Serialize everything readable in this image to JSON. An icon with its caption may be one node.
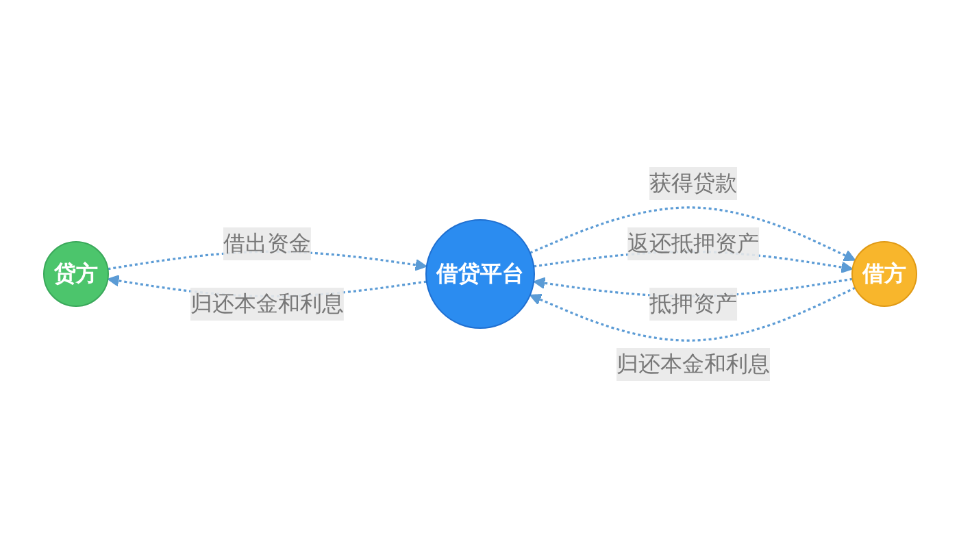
{
  "diagram": {
    "nodes": [
      {
        "text": [
          "贷方"
        ]
      },
      {
        "text": [
          "借贷平台"
        ]
      },
      {
        "text": [
          "借方"
        ]
      }
    ],
    "edges": [
      {
        "from": 0,
        "to": 1,
        "arrow": "to",
        "label": "借出资金",
        "style": "dashed"
      },
      {
        "from": 1,
        "to": 2,
        "arrow": "to",
        "label": "获得贷款",
        "style": "dashed"
      },
      {
        "from": 1,
        "to": 2,
        "arrow": "to",
        "label": "返还抵押资产",
        "style": "dashed"
      },
      {
        "from": 2,
        "to": 1,
        "arrow": "to",
        "label": "抵押资产",
        "style": "dashed"
      },
      {
        "from": 2,
        "to": 1,
        "arrow": "to",
        "label": "归还本金和利息",
        "style": "dashed"
      },
      {
        "from": 1,
        "to": 0,
        "arrow": "to",
        "label": "归还本金和利息",
        "style": "dashed"
      }
    ]
  }
}
